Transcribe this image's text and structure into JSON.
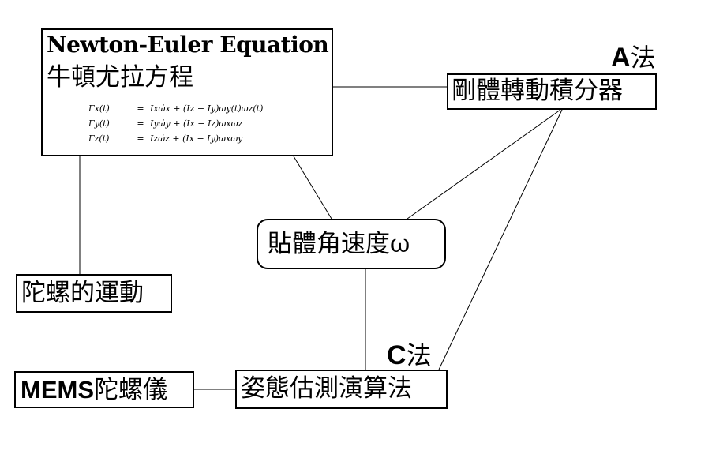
{
  "nodes": {
    "newton_euler": {
      "title": "Newton-Euler Equation",
      "subtitle": "牛頓尤拉方程",
      "equations": [
        {
          "lhs": "Γx(t)",
          "op": "=",
          "rhs": "Ixω̇x + (Iz − Iy)ωy(t)ωz(t)"
        },
        {
          "lhs": "Γy(t)",
          "op": "=",
          "rhs": "Iyω̇y + (Ix − Iz)ωxωz"
        },
        {
          "lhs": "Γz(t)",
          "op": "=",
          "rhs": "Izω̇z + (Ix − Iy)ωxωy"
        }
      ]
    },
    "rigid_body_integrator": {
      "label": "剛體轉動積分器"
    },
    "body_angular_velocity": {
      "label": "貼體角速度",
      "symbol": "ω"
    },
    "gyroscope_motion": {
      "label": "陀螺的運動"
    },
    "attitude_estimation": {
      "label": "姿態估測演算法"
    },
    "mems_gyroscope": {
      "label_latin": "MEMS",
      "label_han": "陀螺儀"
    }
  },
  "method_labels": {
    "a": {
      "letter": "A",
      "han": "法"
    },
    "c": {
      "letter": "C",
      "han": "法"
    }
  },
  "edges": [
    {
      "from": "newton_euler",
      "to": "rigid_body_integrator"
    },
    {
      "from": "newton_euler",
      "to": "body_angular_velocity"
    },
    {
      "from": "newton_euler",
      "to": "gyroscope_motion"
    },
    {
      "from": "rigid_body_integrator",
      "to": "body_angular_velocity"
    },
    {
      "from": "rigid_body_integrator",
      "to": "attitude_estimation"
    },
    {
      "from": "body_angular_velocity",
      "to": "attitude_estimation"
    },
    {
      "from": "mems_gyroscope",
      "to": "attitude_estimation"
    }
  ]
}
